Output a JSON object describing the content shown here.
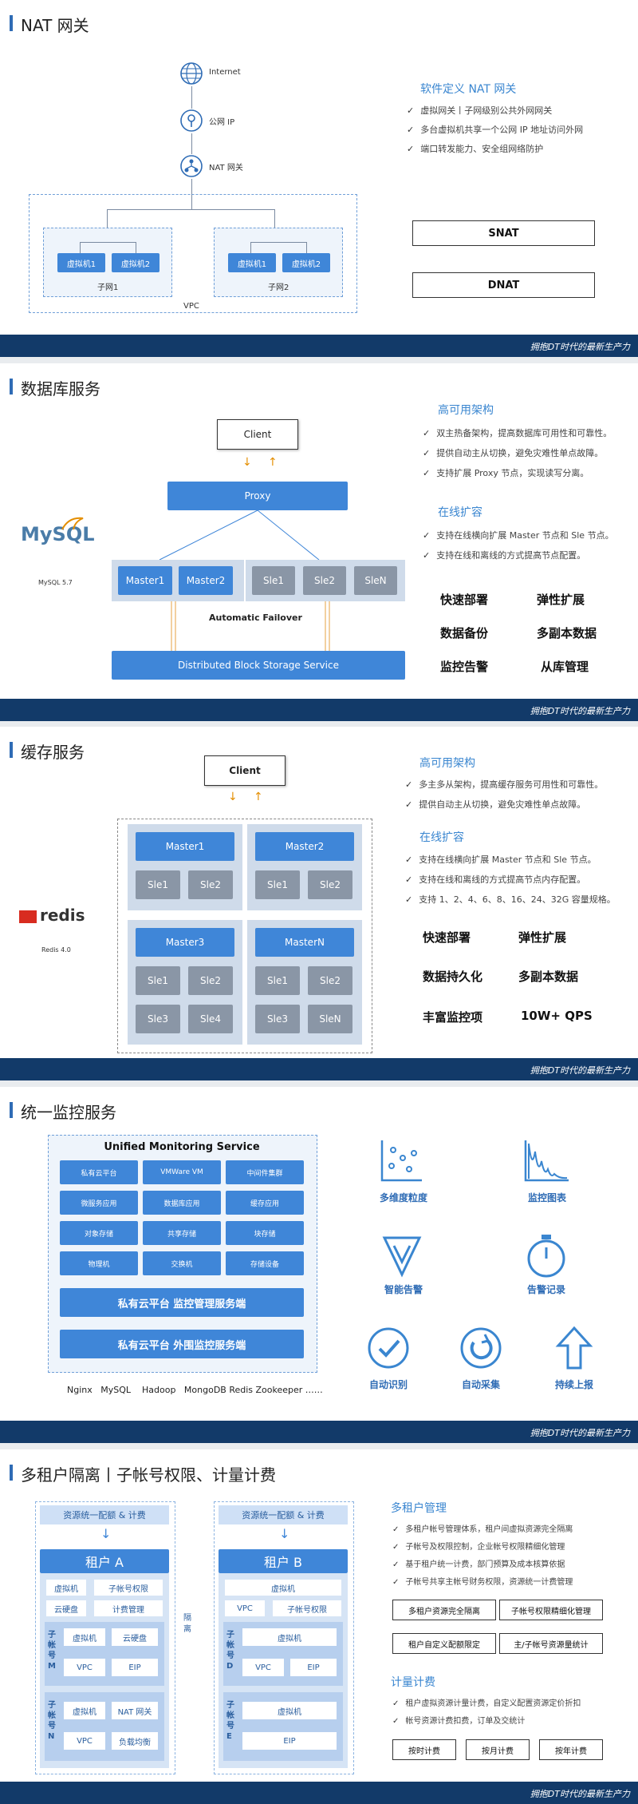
{
  "footer": "拥抱DT时代的最新生产力",
  "nat": {
    "title": "NAT 网关",
    "internet": "Internet",
    "public_ip": "公网 IP",
    "nat_gw": "NAT 网关",
    "vm1": "虚拟机1",
    "vm2": "虚拟机2",
    "subnet1": "子网1",
    "subnet2": "子网2",
    "vpc": "VPC",
    "heading": "软件定义 NAT 网关",
    "points": [
      "虚拟网关丨子网级别公共外网网关",
      "多台虚拟机共享一个公网 IP 地址访问外网",
      "端口转发能力、安全组网络防护"
    ],
    "snat": "SNAT",
    "dnat": "DNAT"
  },
  "db": {
    "title": "数据库服务",
    "client": "Client",
    "proxy": "Proxy",
    "master1": "Master1",
    "master2": "Master2",
    "sle1": "Sle1",
    "sle2": "Sle2",
    "slen": "SleN",
    "failover": "Automatic Failover",
    "storage": "Distributed Block Storage Service",
    "mysql_logo": "MySQL",
    "mysql_ver": "MySQL 5.7",
    "ha_heading": "高可用架构",
    "ha_points": [
      "双主热备架构，提高数据库可用性和可靠性。",
      "提供自动主从切换，避免灾难性单点故障。",
      "支持扩展 Proxy 节点，实现读写分离。"
    ],
    "scale_heading": "在线扩容",
    "scale_points": [
      "支持在线横向扩展 Master 节点和 Sle 节点。",
      "支持在线和离线的方式提高节点配置。"
    ],
    "features": [
      "快速部署",
      "弹性扩展",
      "数据备份",
      "多副本数据",
      "监控告警",
      "从库管理"
    ]
  },
  "cache": {
    "title": "缓存服务",
    "client": "Client",
    "master1": "Master1",
    "master2": "Master2",
    "master3": "Master3",
    "mastern": "MasterN",
    "sle1": "Sle1",
    "sle2": "Sle2",
    "sle3": "Sle3",
    "sle4": "Sle4",
    "slen": "SleN",
    "redis_logo": "redis",
    "redis_ver": "Redis 4.0",
    "ha_heading": "高可用架构",
    "ha_points": [
      "多主多从架构，提高缓存服务可用性和可靠性。",
      "提供自动主从切换，避免灾难性单点故障。"
    ],
    "scale_heading": "在线扩容",
    "scale_points": [
      "支持在线横向扩展 Master 节点和 Sle 节点。",
      "支持在线和离线的方式提高节点内存配置。",
      "支持 1、2、4、6、8、16、24、32G 容量规格。"
    ],
    "features": [
      "快速部署",
      "弹性扩展",
      "数据持久化",
      "多副本数据",
      "丰富监控项",
      "10W+ QPS"
    ]
  },
  "mon": {
    "title": "统一监控服务",
    "header": "Unified Monitoring Service",
    "grid": [
      "私有云平台",
      "VMWare VM",
      "中间件集群",
      "微服务应用",
      "数据库应用",
      "缓存应用",
      "对象存储",
      "共享存储",
      "块存储",
      "物理机",
      "交换机",
      "存储设备"
    ],
    "bar1": "私有云平台 监控管理服务端",
    "bar2": "私有云平台 外围监控服务端",
    "footer_text": "Nginx   MySQL    Hadoop   MongoDB Redis Zookeeper ……",
    "icons": [
      "多维度粒度",
      "监控图表",
      "智能告警",
      "告警记录",
      "自动识别",
      "自动采集",
      "持续上报"
    ]
  },
  "mt": {
    "title": "多租户隔离丨子帐号权限、计量计费",
    "alloc": "资源统一配额 & 计费",
    "tenant_a": "租户 A",
    "tenant_b": "租户 B",
    "isolate": "隔离",
    "a_items": [
      "虚拟机",
      "子帐号权限",
      "云硬盘",
      "计费管理"
    ],
    "a_sub_m": "子帐号M",
    "a_sub_m_items": [
      "虚拟机",
      "云硬盘",
      "VPC",
      "EIP"
    ],
    "a_sub_n": "子帐号N",
    "a_sub_n_items": [
      "虚拟机",
      "NAT 网关",
      "VPC",
      "负载均衡"
    ],
    "b_items": [
      "虚拟机",
      "VPC",
      "子帐号权限"
    ],
    "b_sub_d": "子帐号D",
    "b_sub_d_items": [
      "虚拟机",
      "VPC",
      "EIP"
    ],
    "b_sub_e": "子帐号E",
    "b_sub_e_items": [
      "虚拟机",
      "EIP"
    ],
    "mgmt_heading": "多租户管理",
    "mgmt_points": [
      "多租户帐号管理体系，租户间虚拟资源完全隔离",
      "子帐号及权限控制，企业帐号权限精细化管理",
      "基于租户统一计费，部门预算及成本核算依据",
      "子帐号共享主帐号财务权限，资源统一计费管理"
    ],
    "mgmt_boxes": [
      "多租户资源完全隔离",
      "子帐号权限精细化管理",
      "租户自定义配额限定",
      "主/子帐号资源量统计"
    ],
    "bill_heading": "计量计费",
    "bill_points": [
      "租户虚拟资源计量计费，自定义配置资源定价折扣",
      "帐号资源计费扣费，订单及交统计"
    ],
    "bill_boxes": [
      "按时计费",
      "按月计费",
      "按年计费"
    ]
  }
}
